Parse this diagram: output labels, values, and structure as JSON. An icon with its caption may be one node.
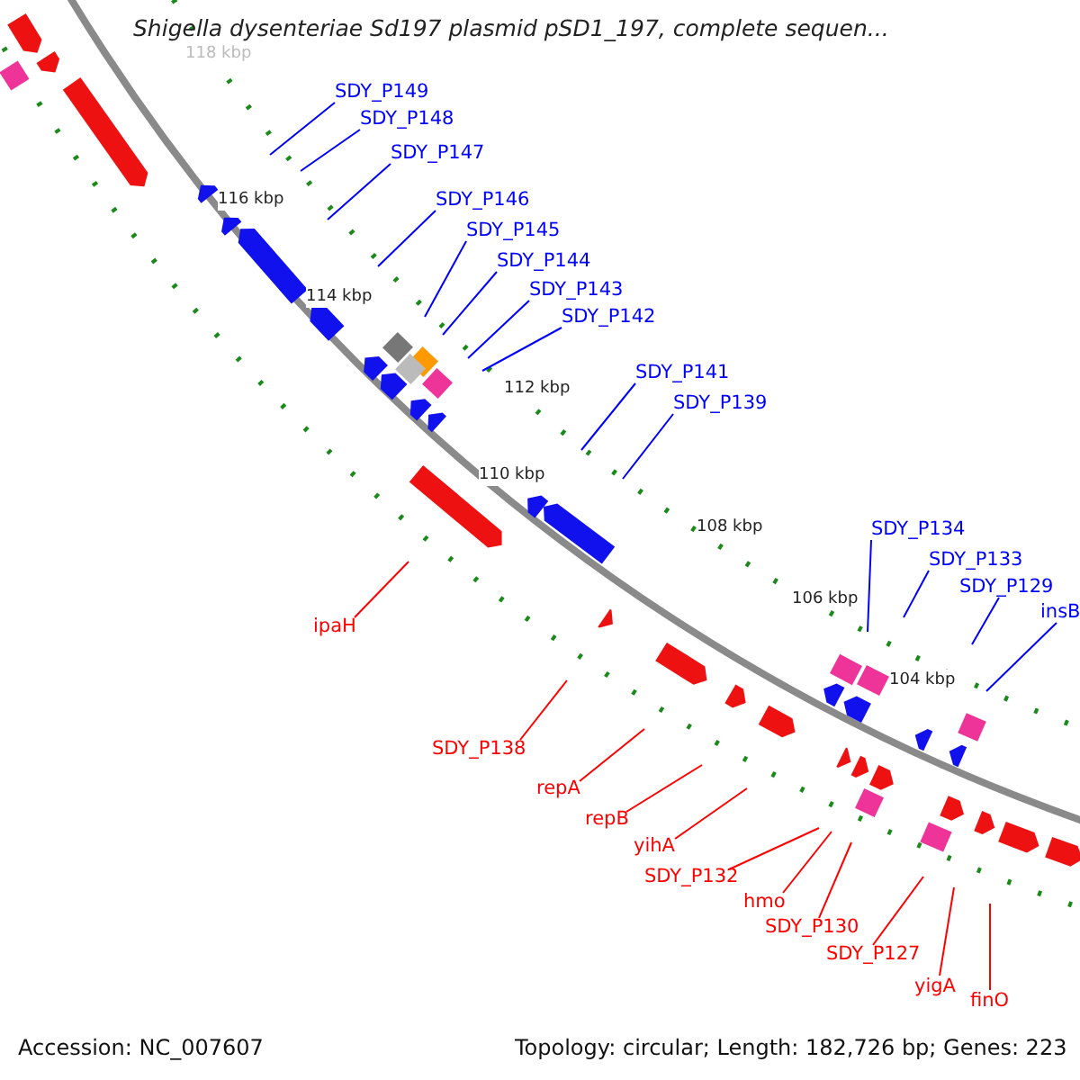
{
  "diagram": {
    "title": "Shigella dysenteriae Sd197 plasmid pSD1_197, complete sequen...",
    "nodes": [
      {
        "text": [
          "SDY_P149"
        ]
      },
      {
        "text": [
          "SDY_P148"
        ]
      },
      {
        "text": [
          "SDY_P147"
        ]
      },
      {
        "text": [
          "SDY_P146"
        ]
      },
      {
        "text": [
          "SDY_P145"
        ]
      },
      {
        "text": [
          "SDY_P144"
        ]
      },
      {
        "text": [
          "SDY_P143"
        ]
      },
      {
        "text": [
          "SDY_P142"
        ]
      },
      {
        "text": [
          "SDY_P141"
        ]
      },
      {
        "text": [
          "SDY_P139"
        ]
      },
      {
        "text": [
          "SDY_P134"
        ]
      },
      {
        "text": [
          "SDY_P133"
        ]
      },
      {
        "text": [
          "SDY_P129"
        ]
      },
      {
        "text": [
          "insB"
        ]
      },
      {
        "text": [
          "ipaH"
        ]
      },
      {
        "text": [
          "SDY_P138"
        ]
      },
      {
        "text": [
          "repA"
        ]
      },
      {
        "text": [
          "repB"
        ]
      },
      {
        "text": [
          "yihA"
        ]
      },
      {
        "text": [
          "SDY_P132"
        ]
      },
      {
        "text": [
          "hmo"
        ]
      },
      {
        "text": [
          "SDY_P130"
        ]
      },
      {
        "text": [
          "SDY_P127"
        ]
      },
      {
        "text": [
          "yigA"
        ]
      },
      {
        "text": [
          "finO"
        ]
      }
    ],
    "edges": [
      {
        "from": 0,
        "to": null,
        "arrow": "none"
      },
      {
        "from": 1,
        "to": null,
        "arrow": "none"
      },
      {
        "from": 2,
        "to": null,
        "arrow": "none"
      },
      {
        "from": 3,
        "to": null,
        "arrow": "none"
      },
      {
        "from": 4,
        "to": null,
        "arrow": "none"
      },
      {
        "from": 5,
        "to": null,
        "arrow": "none"
      },
      {
        "from": 6,
        "to": null,
        "arrow": "none"
      },
      {
        "from": 7,
        "to": null,
        "arrow": "none"
      },
      {
        "from": 8,
        "to": null,
        "arrow": "none"
      },
      {
        "from": 9,
        "to": null,
        "arrow": "none"
      },
      {
        "from": 10,
        "to": null,
        "arrow": "none"
      },
      {
        "from": 11,
        "to": null,
        "arrow": "none"
      },
      {
        "from": 12,
        "to": null,
        "arrow": "none"
      },
      {
        "from": 13,
        "to": null,
        "arrow": "none"
      },
      {
        "from": 14,
        "to": null,
        "arrow": "none",
        "color": "#ff0000"
      },
      {
        "from": 15,
        "to": null,
        "arrow": "none",
        "color": "#ff0000"
      },
      {
        "from": 16,
        "to": null,
        "arrow": "none",
        "color": "#ff0000"
      },
      {
        "from": 17,
        "to": null,
        "arrow": "none",
        "color": "#ff0000"
      },
      {
        "from": 18,
        "to": null,
        "arrow": "none",
        "color": "#ff0000"
      },
      {
        "from": 19,
        "to": null,
        "arrow": "none",
        "color": "#ff0000"
      },
      {
        "from": 20,
        "to": null,
        "arrow": "none",
        "color": "#ff0000"
      },
      {
        "from": 21,
        "to": null,
        "arrow": "none",
        "color": "#ff0000"
      },
      {
        "from": 22,
        "to": null,
        "arrow": "none",
        "color": "#ff0000"
      },
      {
        "from": 23,
        "to": null,
        "arrow": "none",
        "color": "#ff0000"
      },
      {
        "from": 24,
        "to": null,
        "arrow": "none",
        "color": "#ff0000"
      }
    ],
    "labels": [
      "118 kbp",
      "116 kbp",
      "114 kbp",
      "112 kbp",
      "110 kbp",
      "108 kbp",
      "106 kbp",
      "104 kbp",
      "Accession: NC_007607",
      "Topology: circular; Length: 182,726 bp; Genes: 223"
    ]
  }
}
